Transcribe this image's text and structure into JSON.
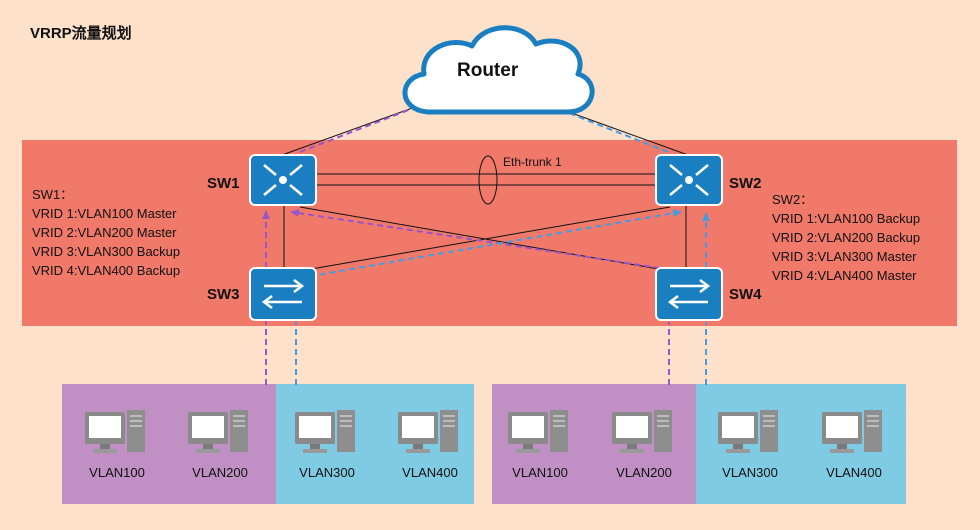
{
  "title": "VRRP流量规划",
  "router": {
    "label": "Router"
  },
  "eth_trunk_label": "Eth-trunk 1",
  "switches": {
    "sw1": "SW1",
    "sw2": "SW2",
    "sw3": "SW3",
    "sw4": "SW4"
  },
  "sw1_info": {
    "heading": "SW1：",
    "lines": [
      "VRID 1:VLAN100 Master",
      "VRID 2:VLAN200 Master",
      "VRID 3:VLAN300 Backup",
      "VRID 4:VLAN400 Backup"
    ]
  },
  "sw2_info": {
    "heading": "SW2：",
    "lines": [
      "VRID 1:VLAN100 Backup",
      "VRID 2:VLAN200 Backup",
      "VRID 3:VLAN300 Master",
      "VRID 4:VLAN400 Master"
    ]
  },
  "vlan_groups": {
    "left": [
      "VLAN100",
      "VLAN200",
      "VLAN300",
      "VLAN400"
    ],
    "right": [
      "VLAN100",
      "VLAN200",
      "VLAN300",
      "VLAN400"
    ]
  },
  "colors": {
    "background": "#fde1cb",
    "core_zone": "#f0796a",
    "purple_zone": "#c08fc4",
    "blue_zone": "#7fcbe3",
    "purple_flow": "#9a55c9",
    "blue_flow": "#4a9ae0",
    "switch_fill": "#1a7fc1"
  }
}
